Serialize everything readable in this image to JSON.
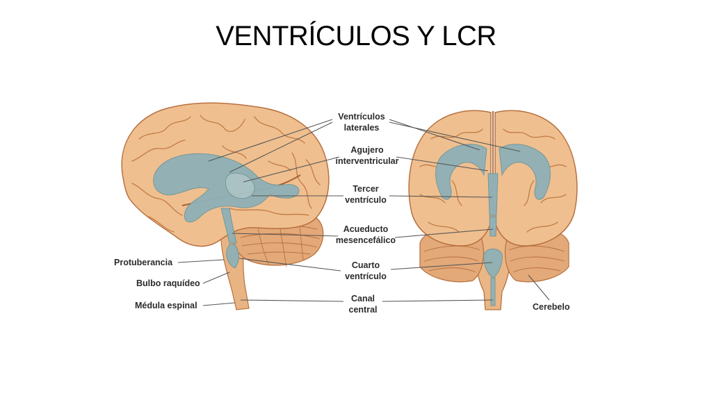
{
  "title": "VENTRÍCULOS Y LCR",
  "colors": {
    "brain": "#efbf8f",
    "brain_shade": "#d89a66",
    "sulcus": "#b8703f",
    "ventricle": "#8fb1b6",
    "ventricle_edge": "#6f9499",
    "leader_line": "#555555",
    "text": "#2b2b2b"
  },
  "labels": {
    "ventriculos_laterales": [
      "Ventrículos",
      "laterales"
    ],
    "agujero_interventricular": [
      "Agujero",
      "interventricular"
    ],
    "tercer_ventriculo": [
      "Tercer",
      "ventrículo"
    ],
    "acueducto_mesencefalico": [
      "Acueducto",
      "mesencefálico"
    ],
    "cuarto_ventriculo": [
      "Cuarto",
      "ventrículo"
    ],
    "canal_central": [
      "Canal",
      "central"
    ],
    "protuberancia": "Protuberancia",
    "bulbo_raquideo": "Bulbo raquídeo",
    "medula_espinal": "Médula espinal",
    "cerebelo": "Cerebelo"
  }
}
